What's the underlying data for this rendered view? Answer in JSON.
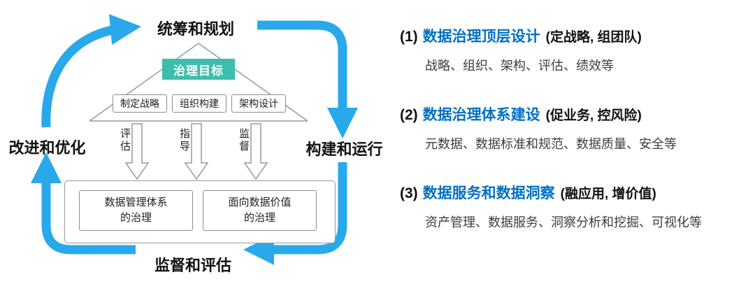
{
  "colors": {
    "cycle_arrow": "#29a9ea",
    "goal_box": "#3dbead",
    "legend_title": "#0070c0",
    "gray_border": "#8c8c8c"
  },
  "cycle": {
    "top": "统筹和规划",
    "right": "构建和运行",
    "bottom": "监督和评估",
    "left": "改进和优化"
  },
  "pyramid": {
    "goal": "治理目标",
    "boxes": [
      "制定战略",
      "组织构建",
      "架构设计"
    ],
    "arrow_labels": [
      "评估",
      "指导",
      "监督"
    ],
    "bottom_boxes": [
      {
        "line1": "数据管理体系",
        "line2": "的治理"
      },
      {
        "line1": "面向数据价值",
        "line2": "的治理"
      }
    ]
  },
  "legend": {
    "items": [
      {
        "num": "(1)",
        "title": "数据治理顶层设计",
        "suffix": "(定战略, 组团队)",
        "desc": "战略、组织、架构、评估、绩效等"
      },
      {
        "num": "(2)",
        "title": "数据治理体系建设",
        "suffix": "(促业务, 控风险)",
        "desc": "元数据、数据标准和规范、数据质量、安全等"
      },
      {
        "num": "(3)",
        "title": "数据服务和数据洞察",
        "suffix": "(融应用, 增价值)",
        "desc": "资产管理、数据服务、洞察分析和挖掘、可视化等"
      }
    ]
  }
}
